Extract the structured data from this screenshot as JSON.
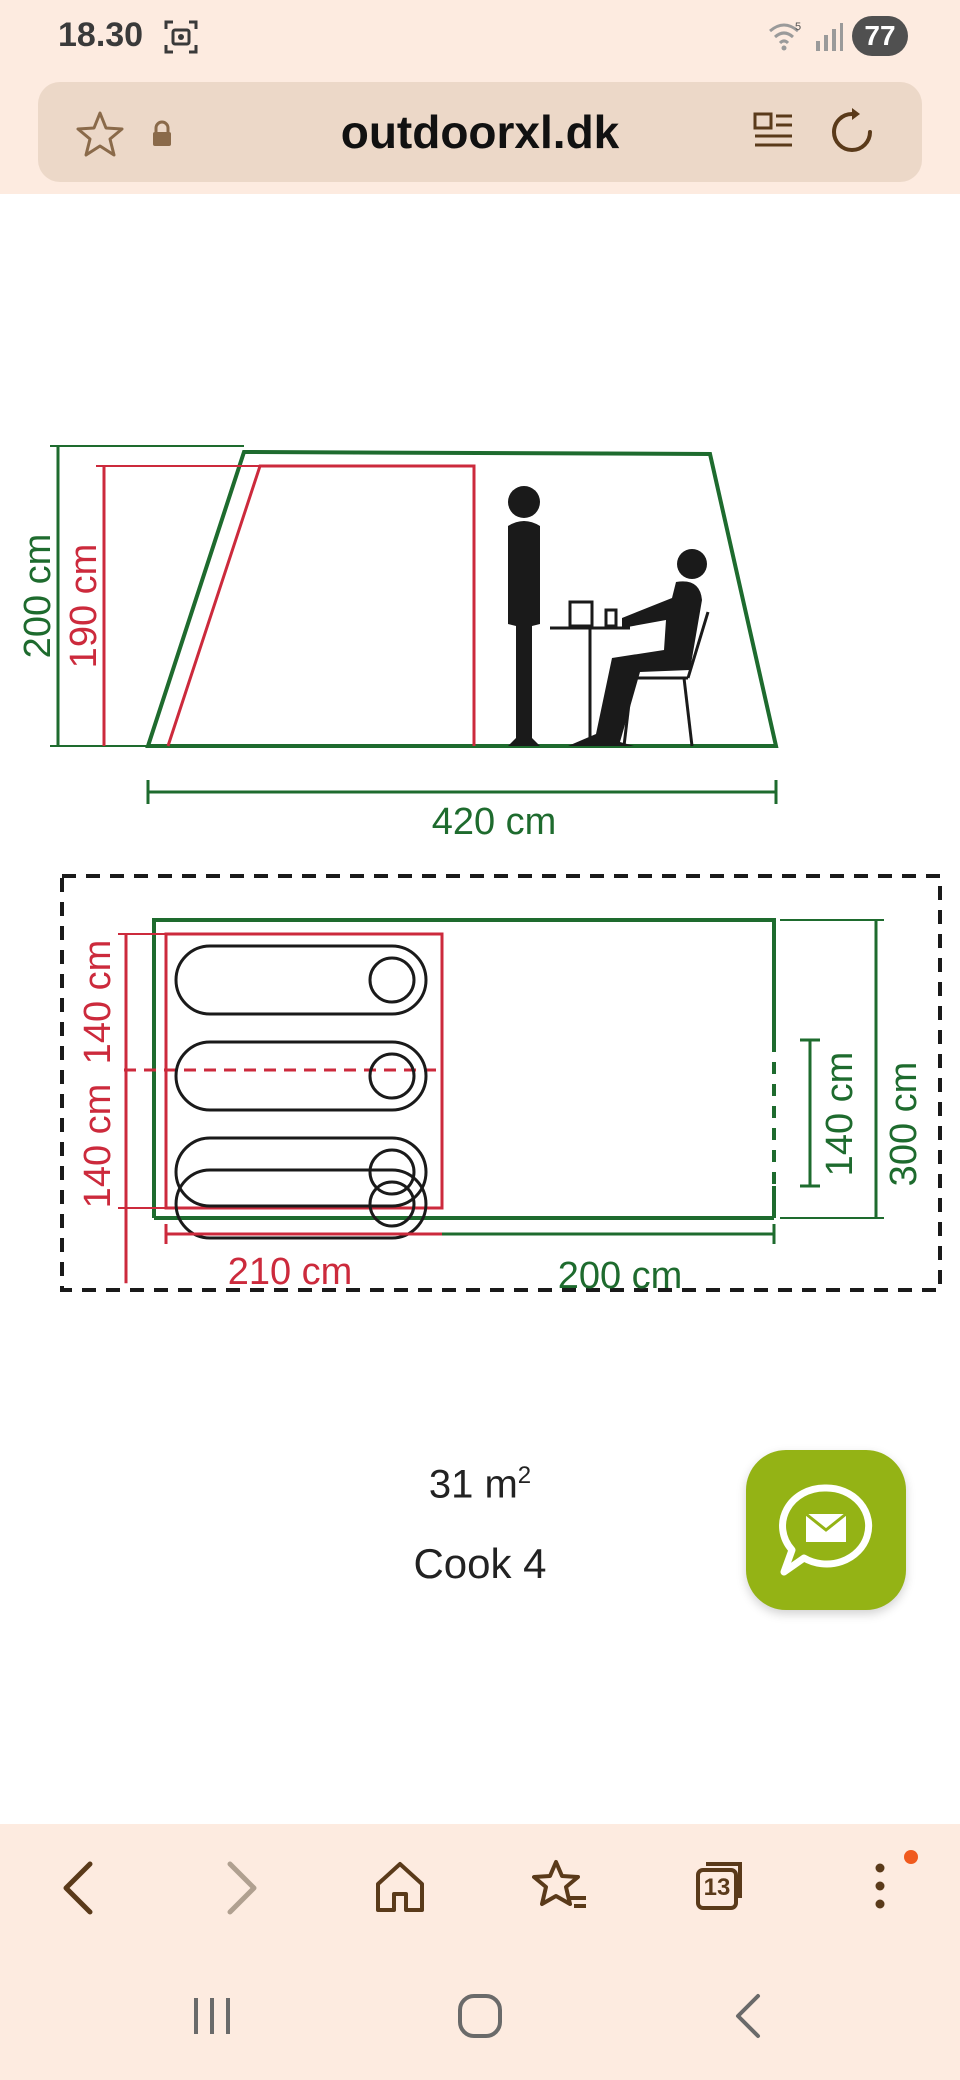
{
  "status": {
    "time": "18.30",
    "battery": "77",
    "wifi_badge": "5"
  },
  "browser": {
    "url": "outdoorxl.dk"
  },
  "diagram": {
    "side": {
      "height_outer": "200 cm",
      "height_inner": "190 cm",
      "length": "420 cm"
    },
    "floor": {
      "bed_width_1": "140 cm",
      "bed_width_2": "140 cm",
      "door": "140 cm",
      "width": "300 cm",
      "bed_length": "210 cm",
      "living_length": "200 cm"
    },
    "area_value": "31 m",
    "area_sup": "2",
    "model": "Cook 4"
  },
  "bottom_nav": {
    "tabs_count": "13"
  },
  "colors": {
    "chrome_bg": "#fdebe0",
    "url_bar_bg": "#ecd8c8",
    "tent_green": "#1e6b2e",
    "tent_red": "#cc2a3c",
    "chat_green": "#94b315",
    "notify_dot": "#f05a1e"
  }
}
